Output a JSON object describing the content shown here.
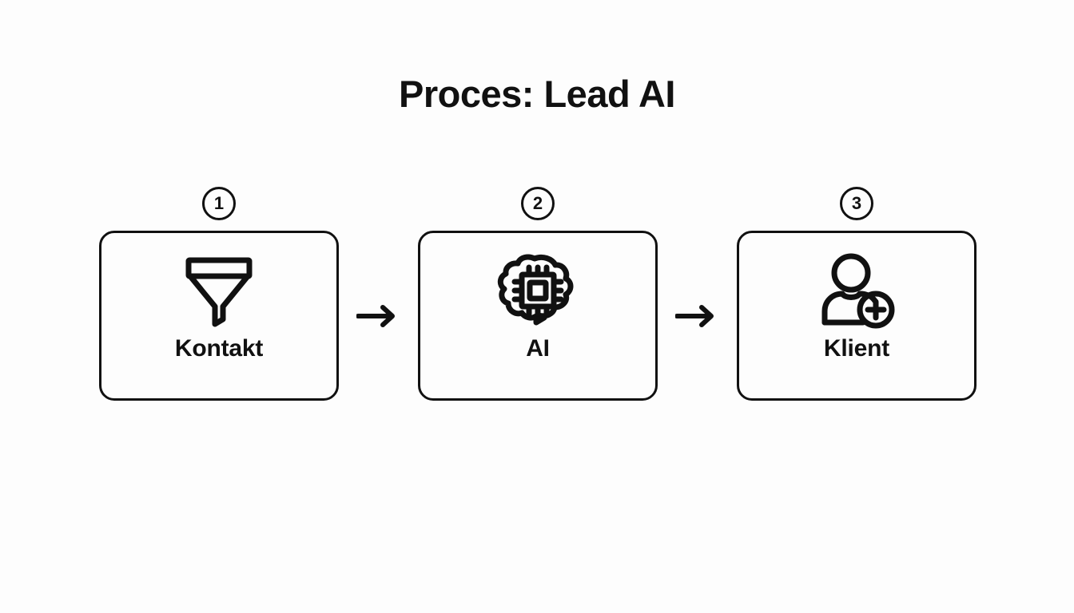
{
  "slide": {
    "background_color": "#fdfdfd",
    "ink_color": "#111111",
    "title": "Proces: Lead AI"
  },
  "flow": {
    "steps": [
      {
        "number": "1",
        "label": "Kontakt",
        "icon": "funnel-icon"
      },
      {
        "number": "2",
        "label": "AI",
        "icon": "brain-chip-icon"
      },
      {
        "number": "3",
        "label": "Klient",
        "icon": "add-user-icon"
      }
    ],
    "connectors": [
      {
        "icon": "arrow-right-icon"
      },
      {
        "icon": "arrow-right-icon"
      }
    ]
  }
}
